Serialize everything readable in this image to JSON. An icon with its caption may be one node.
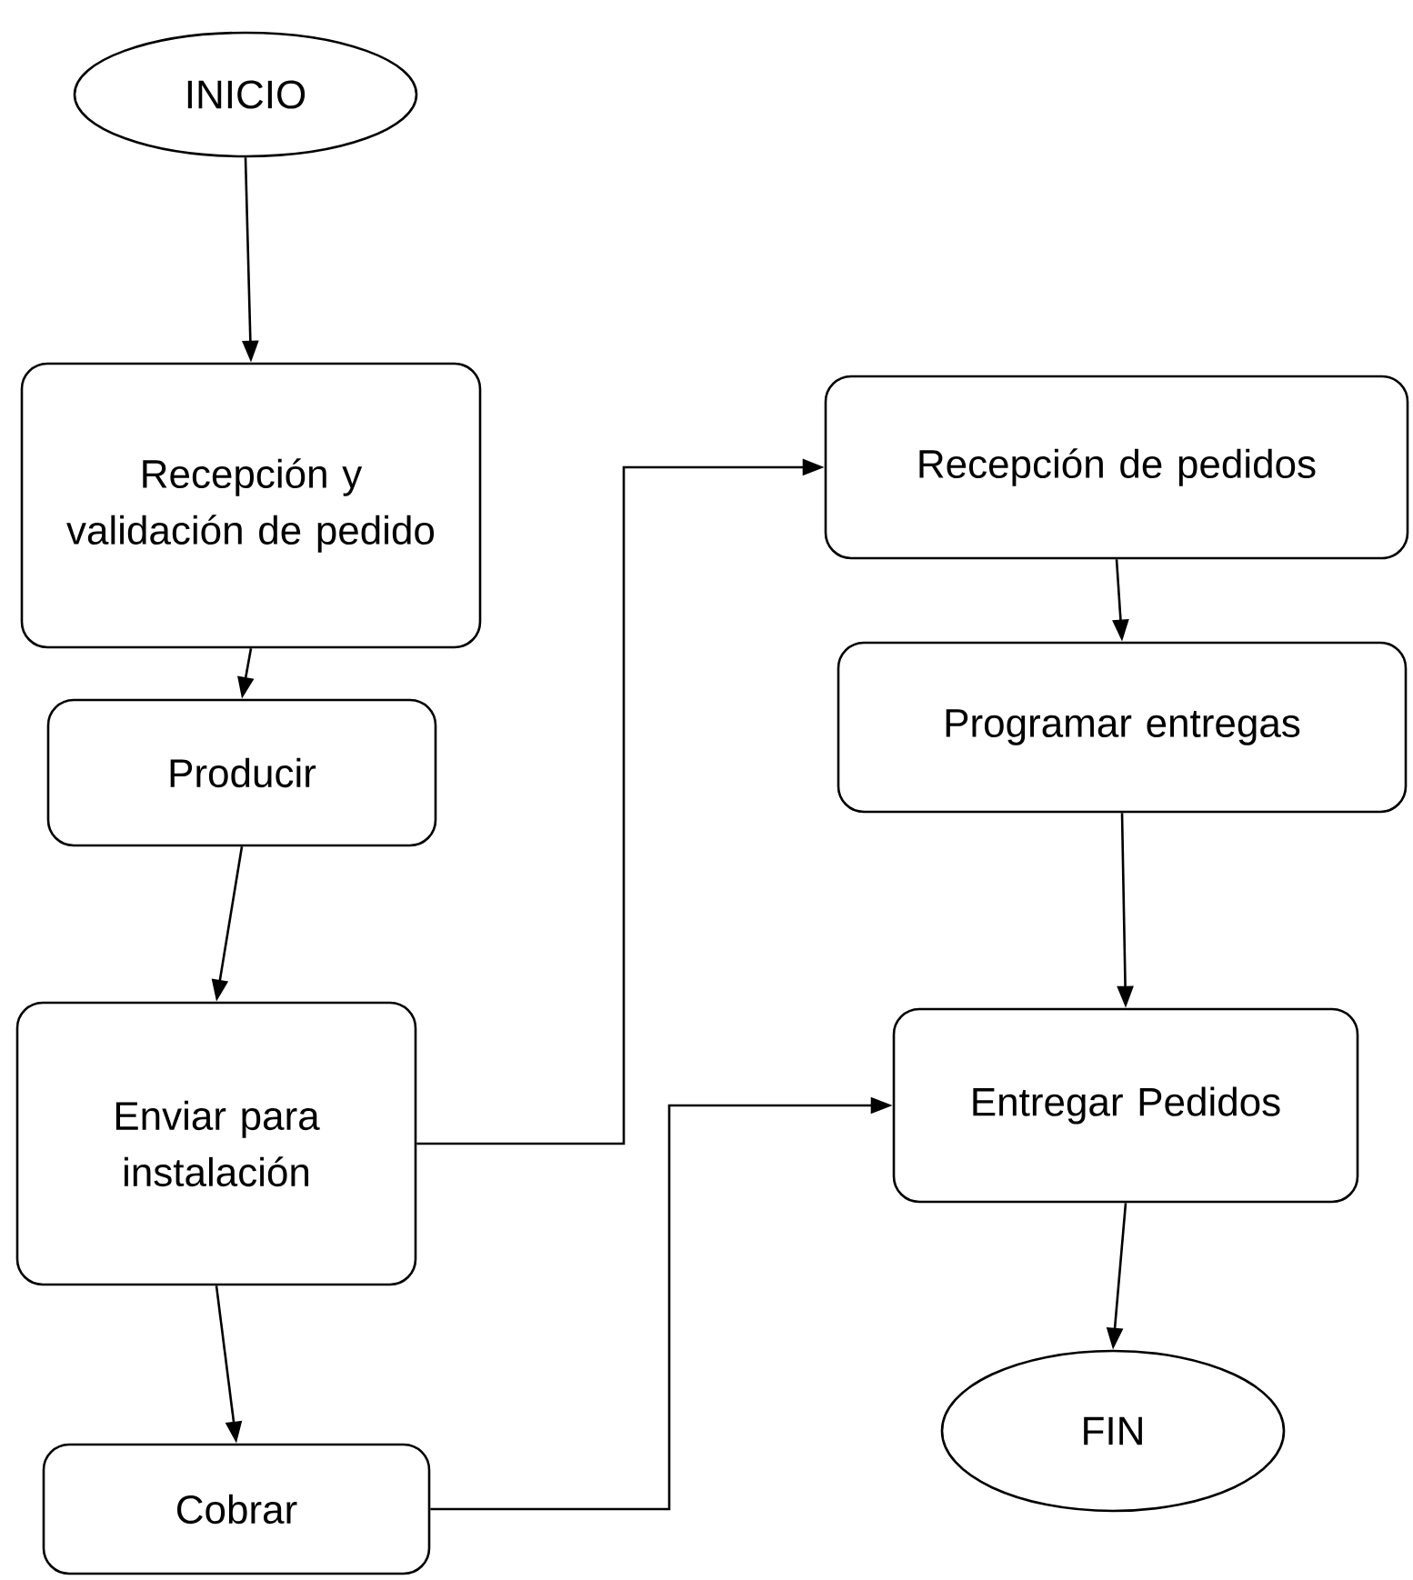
{
  "diagram": {
    "nodes": [
      {
        "text": [
          "INICIO"
        ]
      },
      {
        "text": [
          "Recepción y validación de pedido"
        ]
      },
      {
        "text": [
          "Producir"
        ]
      },
      {
        "text": [
          "Enviar para instalación"
        ]
      },
      {
        "text": [
          "Cobrar"
        ]
      },
      {
        "text": [
          "Recepción de pedidos"
        ]
      },
      {
        "text": [
          "Programar entregas"
        ]
      },
      {
        "text": [
          "Entregar Pedidos"
        ]
      },
      {
        "text": [
          "FIN"
        ]
      }
    ],
    "edges": [
      {
        "from": 0,
        "to": 1,
        "arrow": "to"
      },
      {
        "from": 1,
        "to": 2,
        "arrow": "to"
      },
      {
        "from": 2,
        "to": 3,
        "arrow": "to"
      },
      {
        "from": 3,
        "to": 4,
        "arrow": "to"
      },
      {
        "from": 3,
        "to": 5,
        "arrow": "to"
      },
      {
        "from": 5,
        "to": 6,
        "arrow": "to"
      },
      {
        "from": 6,
        "to": 7,
        "arrow": "to"
      },
      {
        "from": 4,
        "to": 7,
        "arrow": "to"
      },
      {
        "from": 7,
        "to": 8,
        "arrow": "to"
      }
    ]
  }
}
